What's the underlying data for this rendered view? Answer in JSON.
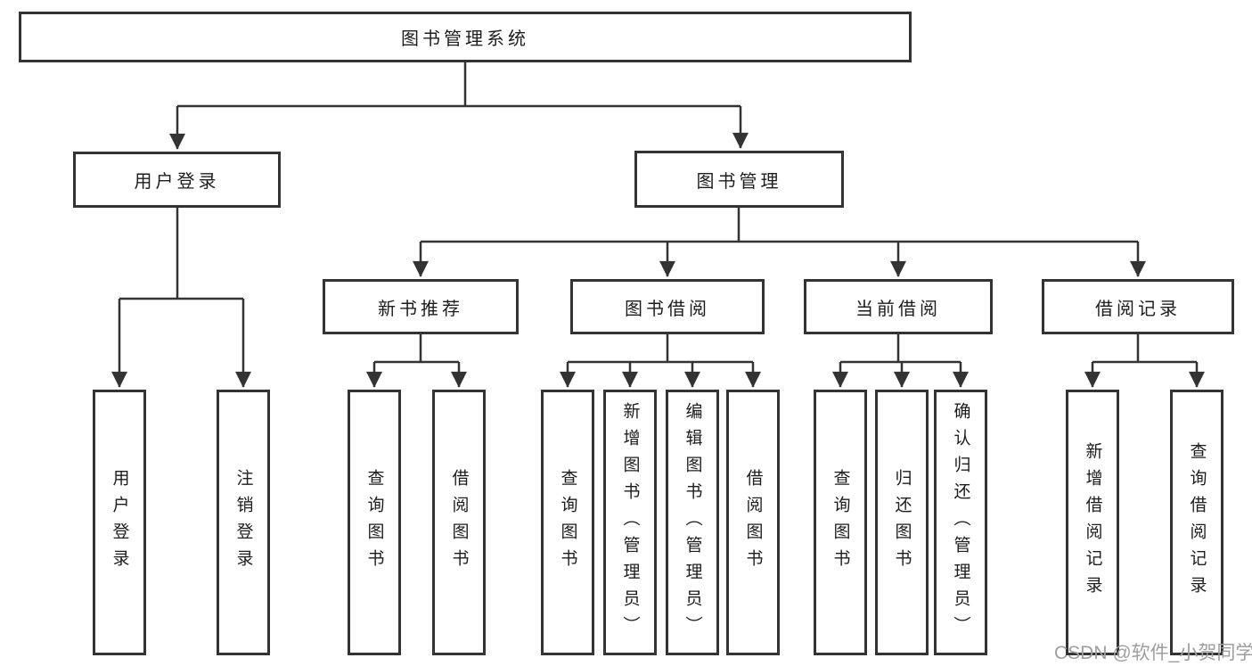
{
  "diagram": {
    "root": {
      "label": "图书管理系统"
    },
    "level2": [
      {
        "label": "用户登录"
      },
      {
        "label": "图书管理"
      }
    ],
    "level3": [
      {
        "label": "新书推荐"
      },
      {
        "label": "图书借阅"
      },
      {
        "label": "当前借阅"
      },
      {
        "label": "借阅记录"
      }
    ],
    "leaves": [
      {
        "label": "用户登录"
      },
      {
        "label": "注销登录"
      },
      {
        "label": "查询图书"
      },
      {
        "label": "借阅图书"
      },
      {
        "label": "查询图书"
      },
      {
        "label": "新增图书（管理员）"
      },
      {
        "label": "编辑图书（管理员）"
      },
      {
        "label": "借阅图书"
      },
      {
        "label": "查询图书"
      },
      {
        "label": "归还图书"
      },
      {
        "label": "确认归还（管理员）"
      },
      {
        "label": "新增借阅记录"
      },
      {
        "label": "查询借阅记录"
      }
    ],
    "colors": {
      "line": "#333333",
      "text": "#1d1d1d",
      "box_background": "#ffffff"
    }
  },
  "watermark": {
    "text": "CSDN @软件_小贺同学",
    "color": "#9e9e9e"
  }
}
